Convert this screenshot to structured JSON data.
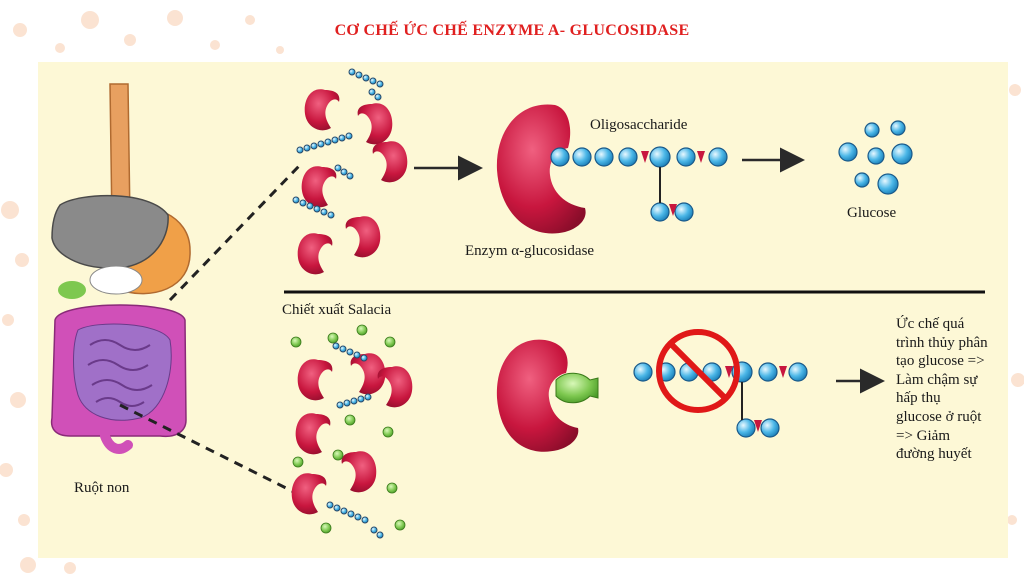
{
  "title": "CƠ CHẾ ỨC CHẾ ENZYME A- GLUCOSIDASE",
  "labels": {
    "oligosaccharide": "Oligosaccharide",
    "glucose": "Glucose",
    "enzyme": "Enzym α-glucosidase",
    "salacia": "Chiết xuất Salacia",
    "small_intestine": "Ruột non"
  },
  "conclusion": [
    "Ức chế quá",
    "trình thủy phân",
    "tạo glucose =>",
    "Làm chậm sự",
    "hấp thụ",
    "glucose ở ruột",
    "=> Giảm",
    "đường huyết"
  ],
  "colors": {
    "title": "#e02020",
    "panel": "#fdf8d6",
    "enzyme": "#c8163e",
    "sugar": "#4db8e8",
    "inhibitor": "#7ec850",
    "intestine": "#d050b8",
    "stop_sign": "#e01818"
  }
}
